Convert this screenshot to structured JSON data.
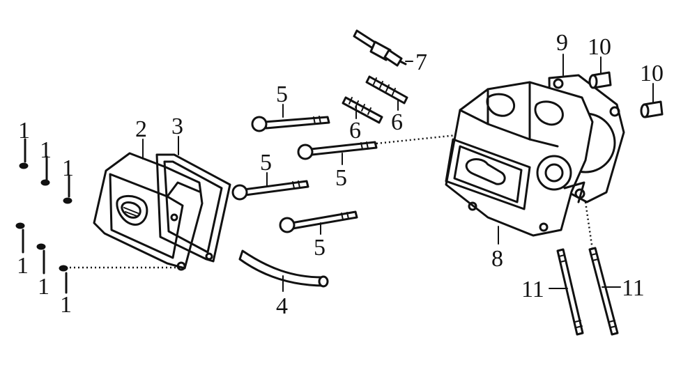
{
  "callouts": [
    {
      "id": "c1a",
      "text": "1"
    },
    {
      "id": "c1b",
      "text": "1"
    },
    {
      "id": "c1c",
      "text": "1"
    },
    {
      "id": "c1d",
      "text": "1"
    },
    {
      "id": "c1e",
      "text": "1"
    },
    {
      "id": "c1f",
      "text": "1"
    },
    {
      "id": "c2",
      "text": "2"
    },
    {
      "id": "c3",
      "text": "3"
    },
    {
      "id": "c4",
      "text": "4"
    },
    {
      "id": "c5a",
      "text": "5"
    },
    {
      "id": "c5b",
      "text": "5"
    },
    {
      "id": "c5c",
      "text": "5"
    },
    {
      "id": "c5d",
      "text": "5"
    },
    {
      "id": "c6a",
      "text": "6"
    },
    {
      "id": "c6b",
      "text": "6"
    },
    {
      "id": "c7",
      "text": "7"
    },
    {
      "id": "c8",
      "text": "8"
    },
    {
      "id": "c9",
      "text": "9"
    },
    {
      "id": "c10a",
      "text": "10"
    },
    {
      "id": "c10b",
      "text": "10"
    },
    {
      "id": "c11a",
      "text": "11"
    },
    {
      "id": "c11b",
      "text": "11"
    }
  ]
}
